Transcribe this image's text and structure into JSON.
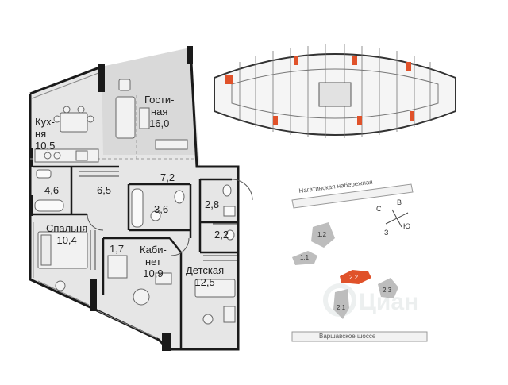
{
  "apartment": {
    "rooms": [
      {
        "id": "kitchen",
        "name_line1": "Кух-",
        "name_line2": "ня",
        "area": "10,5"
      },
      {
        "id": "living",
        "name_line1": "Гости-",
        "name_line2": "ная",
        "area": "16,0"
      },
      {
        "id": "hall",
        "area": "7,2"
      },
      {
        "id": "bath-small",
        "area": "4,6"
      },
      {
        "id": "corridor",
        "area": "6,5"
      },
      {
        "id": "bathroom",
        "area": "3,6"
      },
      {
        "id": "wc",
        "area": "2,8"
      },
      {
        "id": "closet-1",
        "area": "2,2"
      },
      {
        "id": "bedroom",
        "name": "Спальня",
        "area": "10,4"
      },
      {
        "id": "passage",
        "area": "1,7"
      },
      {
        "id": "study",
        "name_line1": "Каби-",
        "name_line2": "нет",
        "area": "10,9"
      },
      {
        "id": "kids",
        "name": "Детская",
        "area": "12,5"
      }
    ]
  },
  "site_plan": {
    "street_top": "Нагатинская набережная",
    "street_bottom": "Варшавское шоссе",
    "compass": {
      "north": "С",
      "east": "В",
      "south": "Ю",
      "west": "З"
    },
    "buildings": [
      {
        "id": "b12",
        "label": "1.2",
        "highlighted": false
      },
      {
        "id": "b11",
        "label": "1.1",
        "highlighted": false
      },
      {
        "id": "b22",
        "label": "2.2",
        "highlighted": true
      },
      {
        "id": "b23",
        "label": "2.3",
        "highlighted": false
      },
      {
        "id": "b21",
        "label": "2.1",
        "highlighted": false
      }
    ],
    "watermark": "Циан"
  },
  "colors": {
    "wall": "#1a1a1a",
    "floor": "#e6e6e6",
    "highlight": "#e0522a",
    "building": "#bdbdbd"
  }
}
